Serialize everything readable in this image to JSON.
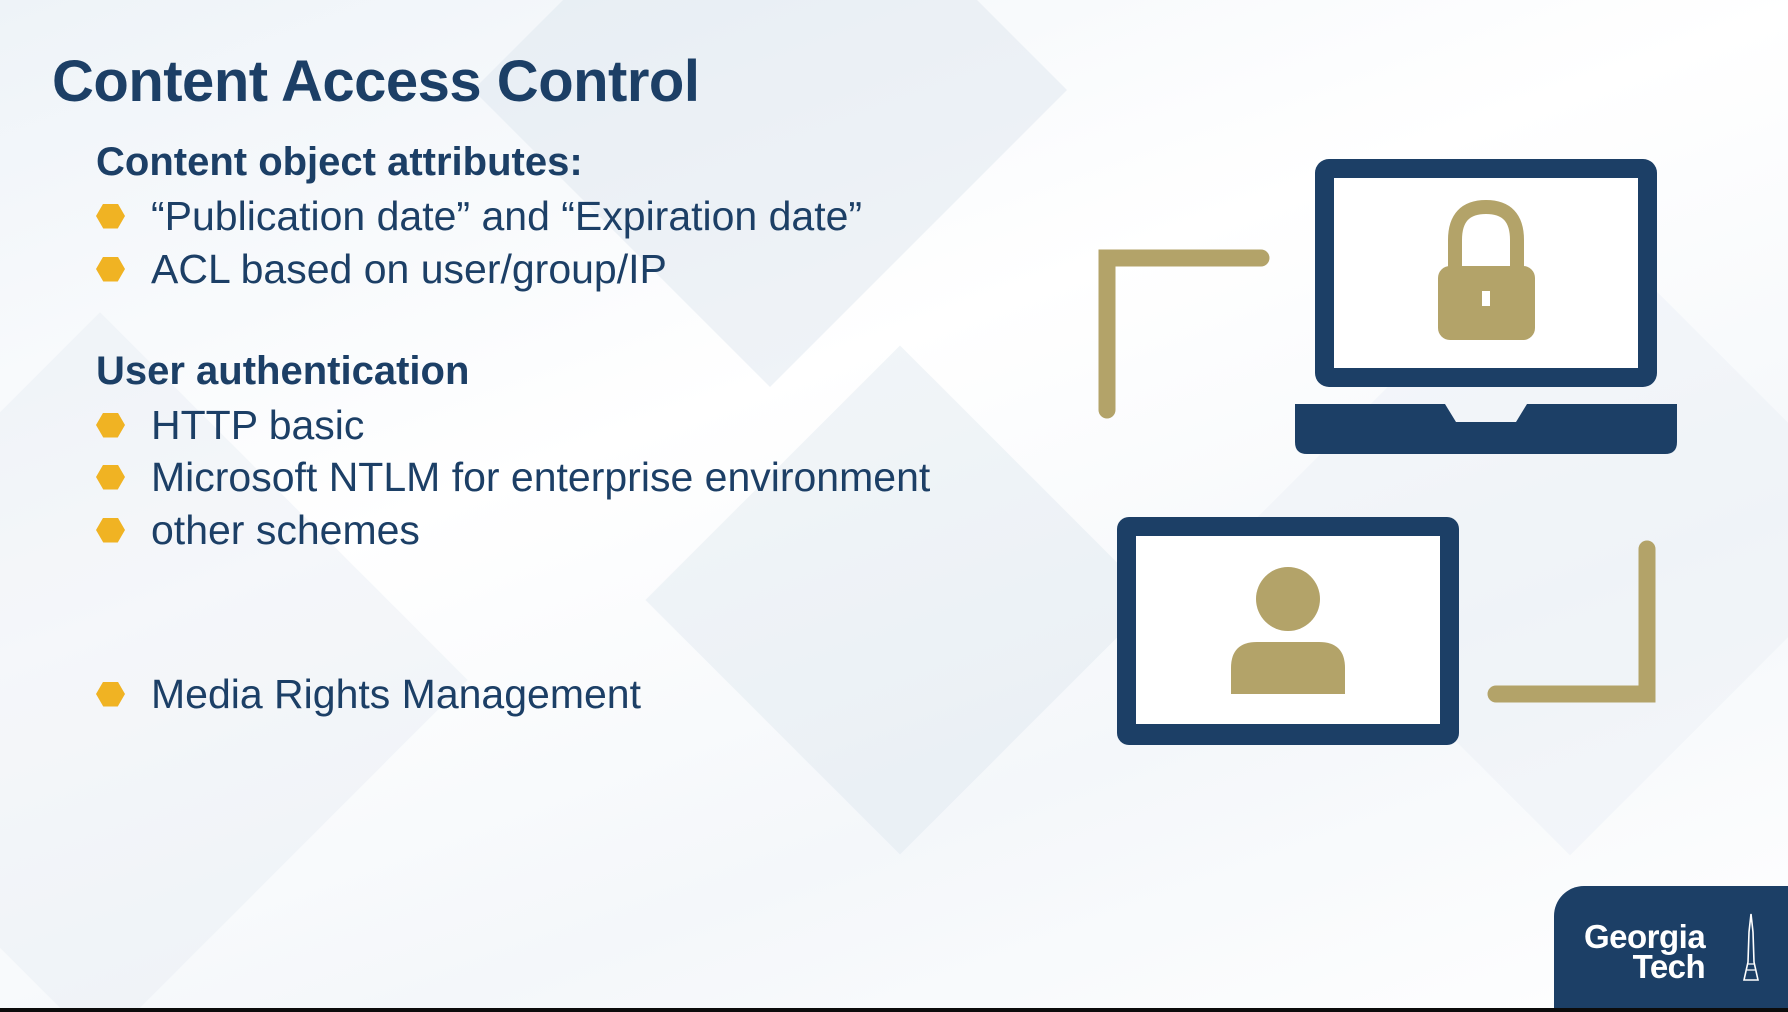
{
  "slide": {
    "title": "Content Access Control",
    "sections": [
      {
        "heading": "Content object attributes:",
        "bullets": [
          "“Publication date” and “Expiration date”",
          "ACL based on user/group/IP"
        ]
      },
      {
        "heading": "User authentication",
        "bullets": [
          "HTTP basic",
          "Microsoft NTLM for enterprise environment",
          "other schemes"
        ]
      }
    ],
    "extra_bullet": "Media Rights Management"
  },
  "logo": {
    "line1": "Georgia",
    "line2": "Tech"
  },
  "colors": {
    "navy": "#1c3f66",
    "gold": "#b3a369",
    "bullet_gold": "#f0b323",
    "screen_white": "#ffffff"
  },
  "icons": [
    "laptop-icon",
    "lock-icon",
    "monitor-icon",
    "user-icon",
    "bracket-icon",
    "hexagon-bullet-icon",
    "tech-tower-icon"
  ]
}
